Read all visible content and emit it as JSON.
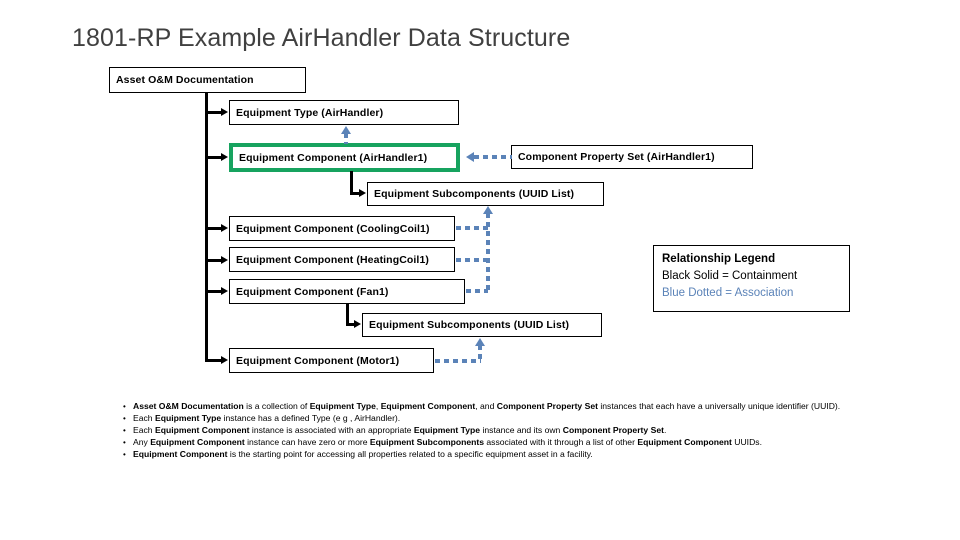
{
  "title": "1801-RP Example AirHandler Data Structure",
  "diagram": {
    "nodes": [
      {
        "id": "asset",
        "label": "Asset O&M Documentation"
      },
      {
        "id": "eq-type",
        "label": "Equipment Type (AirHandler)"
      },
      {
        "id": "eq-comp-ah",
        "label": "Equipment Component (AirHandler1)"
      },
      {
        "id": "prop-set",
        "label": "Component Property Set (AirHandler1)"
      },
      {
        "id": "subcomp-1",
        "label": "Equipment Subcomponents (UUID List)"
      },
      {
        "id": "eq-comp-cc",
        "label": "Equipment Component (CoolingCoil1)"
      },
      {
        "id": "eq-comp-hc",
        "label": "Equipment Component (HeatingCoil1)"
      },
      {
        "id": "eq-comp-fan",
        "label": "Equipment Component (Fan1)"
      },
      {
        "id": "subcomp-2",
        "label": "Equipment Subcomponents (UUID List)"
      },
      {
        "id": "eq-comp-motor",
        "label": "Equipment Component (Motor1)"
      }
    ],
    "colors": {
      "highlight_border": "#17a35f",
      "association": "#5b83b8",
      "containment": "#000000"
    }
  },
  "legend": {
    "title": "Relationship Legend",
    "containment": "Black Solid = Containment",
    "association": "Blue Dotted = Association"
  },
  "bullets": [
    "<b>Asset O&amp;M Documentation</b> is a collection of <b>Equipment Type</b>, <b>Equipment Component</b>, and <b>Component Property Set</b> instances that each have a universally unique identifier (UUID).",
    "Each <b>Equipment Type</b> instance has a defined Type (e g , AirHandler).",
    "Each <b>Equipment Component</b> instance is associated with an appropriate <b>Equipment Type</b> instance and its own <b>Component Property Set</b>.",
    "Any <b>Equipment Component</b> instance can have zero or more <b>Equipment Subcomponents</b> associated with it through a list of other <b>Equipment Component</b> UUIDs.",
    "<b>Equipment Component</b> is the starting point for accessing all properties related to a specific equipment asset in a facility."
  ]
}
